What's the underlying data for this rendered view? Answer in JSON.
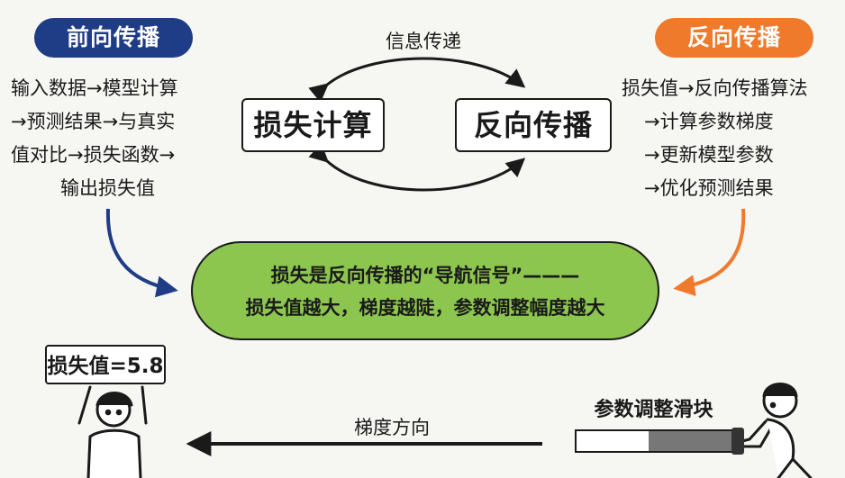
{
  "forward": {
    "title": "前向传播",
    "lines": [
      "输入数据→模型计算",
      "→预测结果→与真实",
      "值对比→损失函数→",
      "输出损失值"
    ]
  },
  "backward": {
    "title": "反向传播",
    "lines": [
      "损失值→反向传播算法",
      "→计算参数梯度",
      "→更新模型参数",
      "→优化预测结果"
    ]
  },
  "cycle": {
    "top_label": "信息传递",
    "left_box": "损失计算",
    "right_box": "反向传播"
  },
  "center": {
    "line1": "损失是反向传播的“导航信号”———",
    "line2": "损失值越大，梯度越陡，参数调整幅度越大"
  },
  "bottom": {
    "sign": "损失值=5.8",
    "gradient_label": "梯度方向",
    "slider_label": "参数调整滑块",
    "slider_fill_fraction": 0.55
  },
  "colors": {
    "forward": "#1f3c86",
    "backward": "#f07a2c",
    "center": "#8cc64f"
  }
}
